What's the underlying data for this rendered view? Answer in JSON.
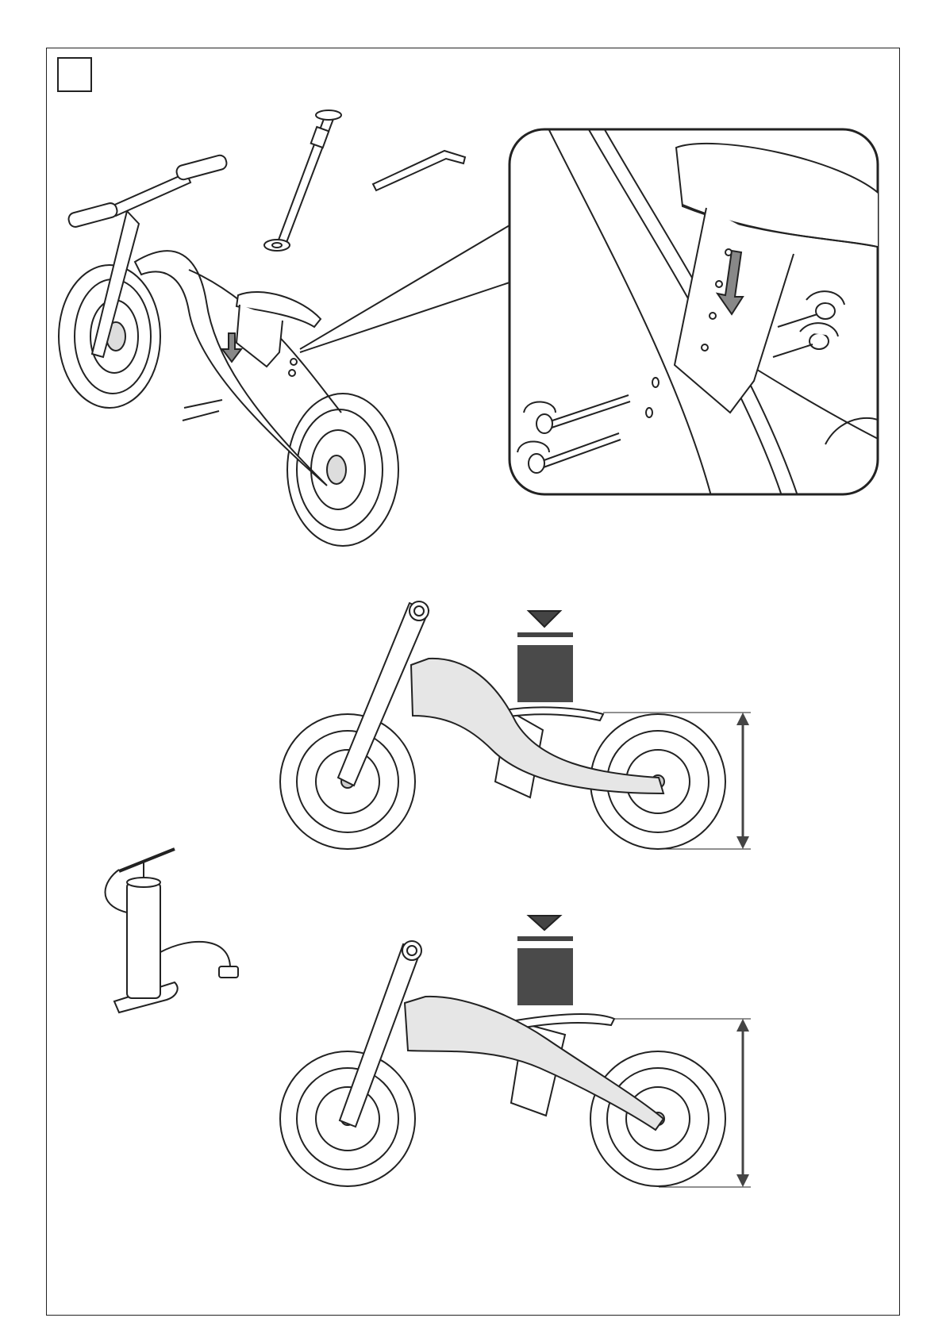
{
  "page": {
    "step_number": "",
    "colors": {
      "line": "#222222",
      "frame_fill": "#e6e6e6",
      "weight_block": "#4a4a4a",
      "arrow": "#444444",
      "tire": "#ffffff"
    }
  },
  "illustrations": {
    "top_left": "balance-bike-assembly-perspective",
    "callout": "seat-post-bolt-detail",
    "middle": "bike-side-view-low-seat",
    "bottom": "bike-side-view-high-seat",
    "pump": "floor-pump-icon",
    "hardware": [
      "axle-bolt-icon",
      "hex-key-icon"
    ]
  }
}
